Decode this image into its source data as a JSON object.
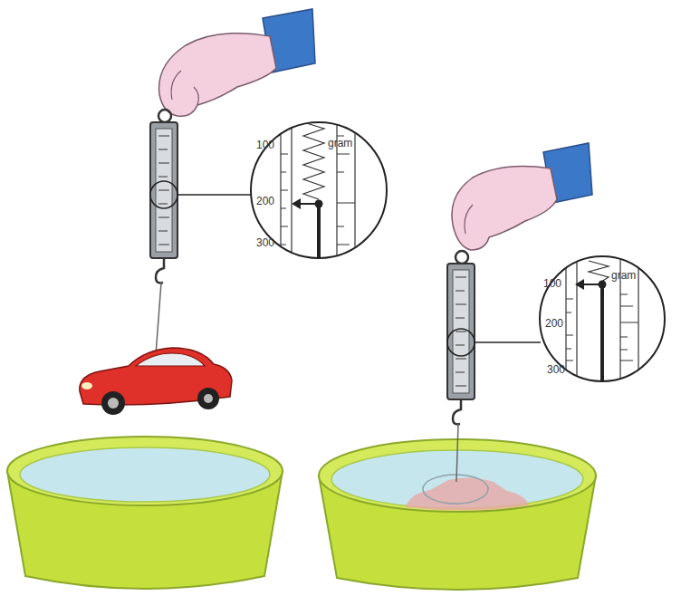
{
  "diagram": {
    "labels": [
      "100",
      "200",
      "300",
      "gram",
      "100",
      "200",
      "300",
      "gram"
    ]
  }
}
